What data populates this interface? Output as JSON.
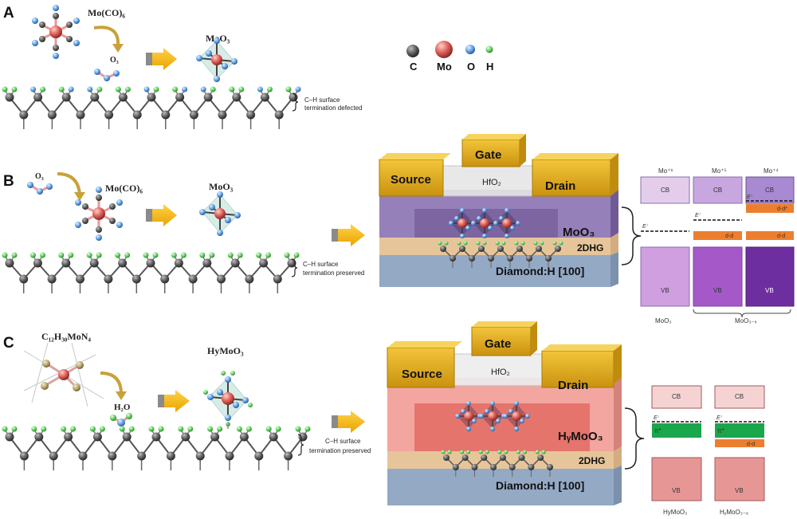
{
  "panels": {
    "a": {
      "label": "A",
      "precursor": "Mo(CO)₆",
      "oxidant": "O₃",
      "product": "MoO₃",
      "surface_note": [
        "C–H surface",
        "termination  defected"
      ]
    },
    "b": {
      "label": "B",
      "oxidant": "O₃",
      "precursor": "Mo(CO)₆",
      "product": "MoO₃",
      "surface_note": [
        "C–H surface",
        "termination preserved"
      ],
      "device": {
        "source": "Source",
        "gate": "Gate",
        "drain": "Drain",
        "dielectric": "HfO₂",
        "layer": "MoO₃",
        "channel": "2DHG",
        "substrate": "Diamond:H [100]"
      },
      "bands": {
        "columns": [
          "Mo⁺⁶",
          "Mo⁺⁵",
          "Mo⁺⁴"
        ],
        "cb": "CB",
        "vb": "VB",
        "fermi": "Eⁱ",
        "dd": "d-d",
        "dd_star": "d-d*",
        "bottom_left": "MoO₃",
        "bottom_right": "MoO₃₋ₓ"
      }
    },
    "c": {
      "label": "C",
      "precursor": "C₁₂H₃₀MoN₄",
      "co_reactant": "H₂O",
      "product": "HyMoO₃",
      "surface_note": [
        "C–H surface",
        "termination preserved"
      ],
      "device": {
        "source": "Source",
        "gate": "Gate",
        "drain": "Drain",
        "dielectric": "HfO₂",
        "layer": "HᵧMoO₃",
        "channel": "2DHG",
        "substrate": "Diamond:H [100]"
      },
      "bands": {
        "cb": "CB",
        "vb": "VB",
        "fermi": "Eⁱ",
        "pi": "π*",
        "dd": "d-d",
        "bottom_left": "HyMoO₃",
        "bottom_right": "HᵧMoO₃₋ₓ"
      }
    }
  },
  "legend": [
    {
      "symbol": "C",
      "color": "#555555"
    },
    {
      "symbol": "Mo",
      "color": "#e66a5e"
    },
    {
      "symbol": "O",
      "color": "#6aa8e8"
    },
    {
      "symbol": "H",
      "color": "#6fd36a"
    }
  ]
}
